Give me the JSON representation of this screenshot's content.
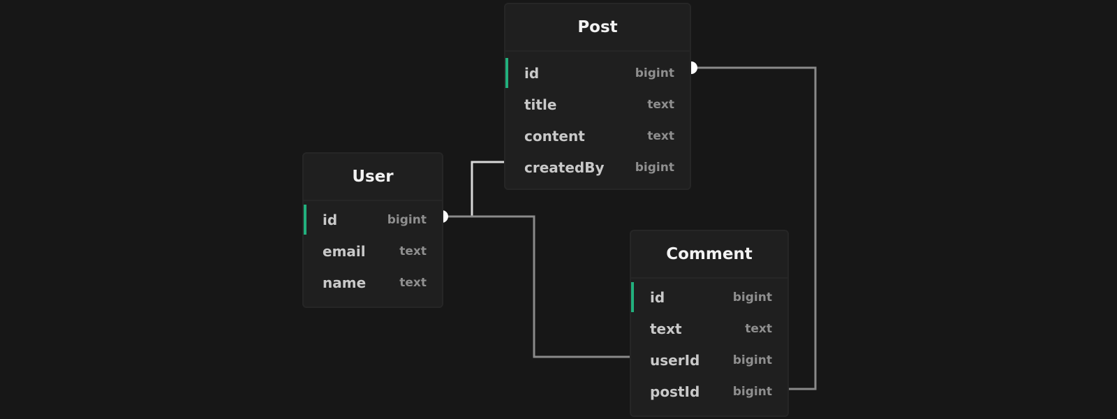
{
  "tables": [
    {
      "key": "post",
      "name": "Post",
      "columns": [
        {
          "name": "id",
          "type": "bigint",
          "primary_key": true
        },
        {
          "name": "title",
          "type": "text"
        },
        {
          "name": "content",
          "type": "text"
        },
        {
          "name": "createdBy",
          "type": "bigint"
        }
      ]
    },
    {
      "key": "user",
      "name": "User",
      "columns": [
        {
          "name": "id",
          "type": "bigint",
          "primary_key": true
        },
        {
          "name": "email",
          "type": "text"
        },
        {
          "name": "name",
          "type": "text"
        }
      ]
    },
    {
      "key": "comment",
      "name": "Comment",
      "columns": [
        {
          "name": "id",
          "type": "bigint",
          "primary_key": true
        },
        {
          "name": "text",
          "type": "text"
        },
        {
          "name": "userId",
          "type": "bigint"
        },
        {
          "name": "postId",
          "type": "bigint"
        }
      ]
    }
  ],
  "relationships": [
    {
      "from": "Post.createdBy",
      "to": "User.id"
    },
    {
      "from": "Comment.userId",
      "to": "User.id"
    },
    {
      "from": "Comment.postId",
      "to": "Post.id"
    }
  ],
  "colors": {
    "background": "#171717",
    "primary_key_accent": "#22b07d",
    "edge": "#8a8a8a"
  }
}
